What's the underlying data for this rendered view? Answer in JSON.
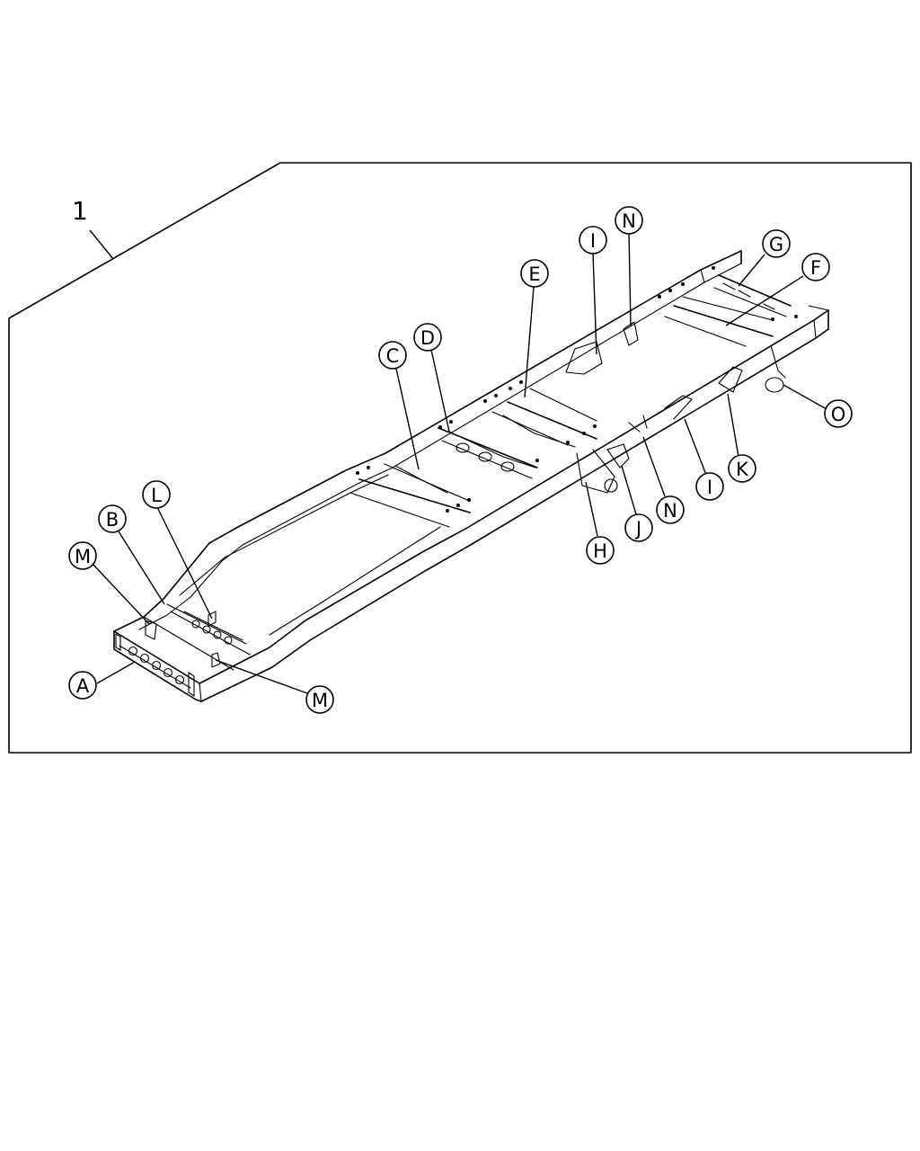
{
  "assembly_number": "1",
  "callouts": [
    {
      "id": "A",
      "label": "A"
    },
    {
      "id": "B",
      "label": "B"
    },
    {
      "id": "C",
      "label": "C"
    },
    {
      "id": "D",
      "label": "D"
    },
    {
      "id": "E",
      "label": "E"
    },
    {
      "id": "F",
      "label": "F"
    },
    {
      "id": "G",
      "label": "G"
    },
    {
      "id": "H",
      "label": "H"
    },
    {
      "id": "I1",
      "label": "I"
    },
    {
      "id": "I2",
      "label": "I"
    },
    {
      "id": "J",
      "label": "J"
    },
    {
      "id": "K",
      "label": "K"
    },
    {
      "id": "L",
      "label": "L"
    },
    {
      "id": "M1",
      "label": "M"
    },
    {
      "id": "M2",
      "label": "M"
    },
    {
      "id": "N1",
      "label": "N"
    },
    {
      "id": "N2",
      "label": "N"
    },
    {
      "id": "O",
      "label": "O"
    }
  ]
}
